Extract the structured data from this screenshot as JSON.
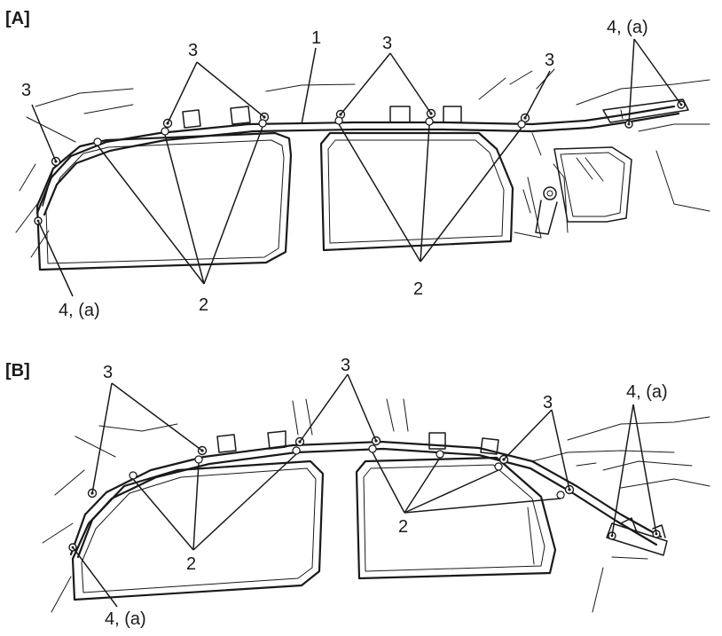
{
  "panels": [
    {
      "label": "[A]",
      "callouts": {
        "part_1": "1",
        "bolt_3_left": "3",
        "bolt_3_front": "3",
        "bolt_3_center": "3",
        "bolt_3_rear": "3",
        "part_4_left": "4, (a)",
        "part_4_right": "4, (a)",
        "clip_2_left": "2",
        "clip_2_right": "2"
      }
    },
    {
      "label": "[B]",
      "callouts": {
        "bolt_3_left": "3",
        "bolt_3_center": "3",
        "bolt_3_right": "3",
        "part_4_right": "4, (a)",
        "part_4_left": "4, (a)",
        "clip_2_left": "2",
        "clip_2_right": "2"
      }
    }
  ]
}
